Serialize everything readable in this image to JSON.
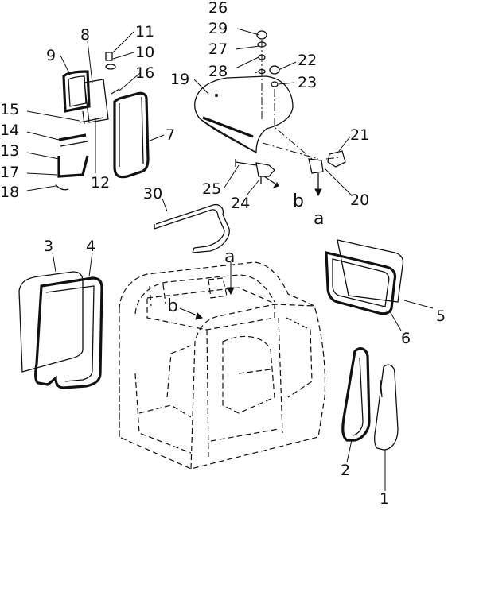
{
  "parts": [
    {
      "id": "label-1",
      "text": "1"
    },
    {
      "id": "label-2",
      "text": "2"
    },
    {
      "id": "label-3",
      "text": "3"
    },
    {
      "id": "label-4",
      "text": "4"
    },
    {
      "id": "label-5",
      "text": "5"
    },
    {
      "id": "label-6",
      "text": "6"
    },
    {
      "id": "label-7",
      "text": "7"
    },
    {
      "id": "label-8",
      "text": "8"
    },
    {
      "id": "label-9",
      "text": "9"
    },
    {
      "id": "label-10",
      "text": "10"
    },
    {
      "id": "label-11",
      "text": "11"
    },
    {
      "id": "label-12",
      "text": "12"
    },
    {
      "id": "label-13",
      "text": "13"
    },
    {
      "id": "label-14",
      "text": "14"
    },
    {
      "id": "label-15",
      "text": "15"
    },
    {
      "id": "label-16",
      "text": "16"
    },
    {
      "id": "label-17",
      "text": "17"
    },
    {
      "id": "label-18",
      "text": "18"
    },
    {
      "id": "label-19",
      "text": "19"
    },
    {
      "id": "label-20",
      "text": "20"
    },
    {
      "id": "label-21",
      "text": "21"
    },
    {
      "id": "label-22",
      "text": "22"
    },
    {
      "id": "label-23",
      "text": "23"
    },
    {
      "id": "label-24",
      "text": "24"
    },
    {
      "id": "label-25",
      "text": "25"
    },
    {
      "id": "label-26",
      "text": "26"
    },
    {
      "id": "label-27",
      "text": "27"
    },
    {
      "id": "label-28",
      "text": "28"
    },
    {
      "id": "label-29",
      "text": "29"
    },
    {
      "id": "label-30",
      "text": "30"
    }
  ],
  "pointers": {
    "a_top": "a",
    "b_top": "b",
    "a_cab": "a",
    "b_cab": "b"
  }
}
